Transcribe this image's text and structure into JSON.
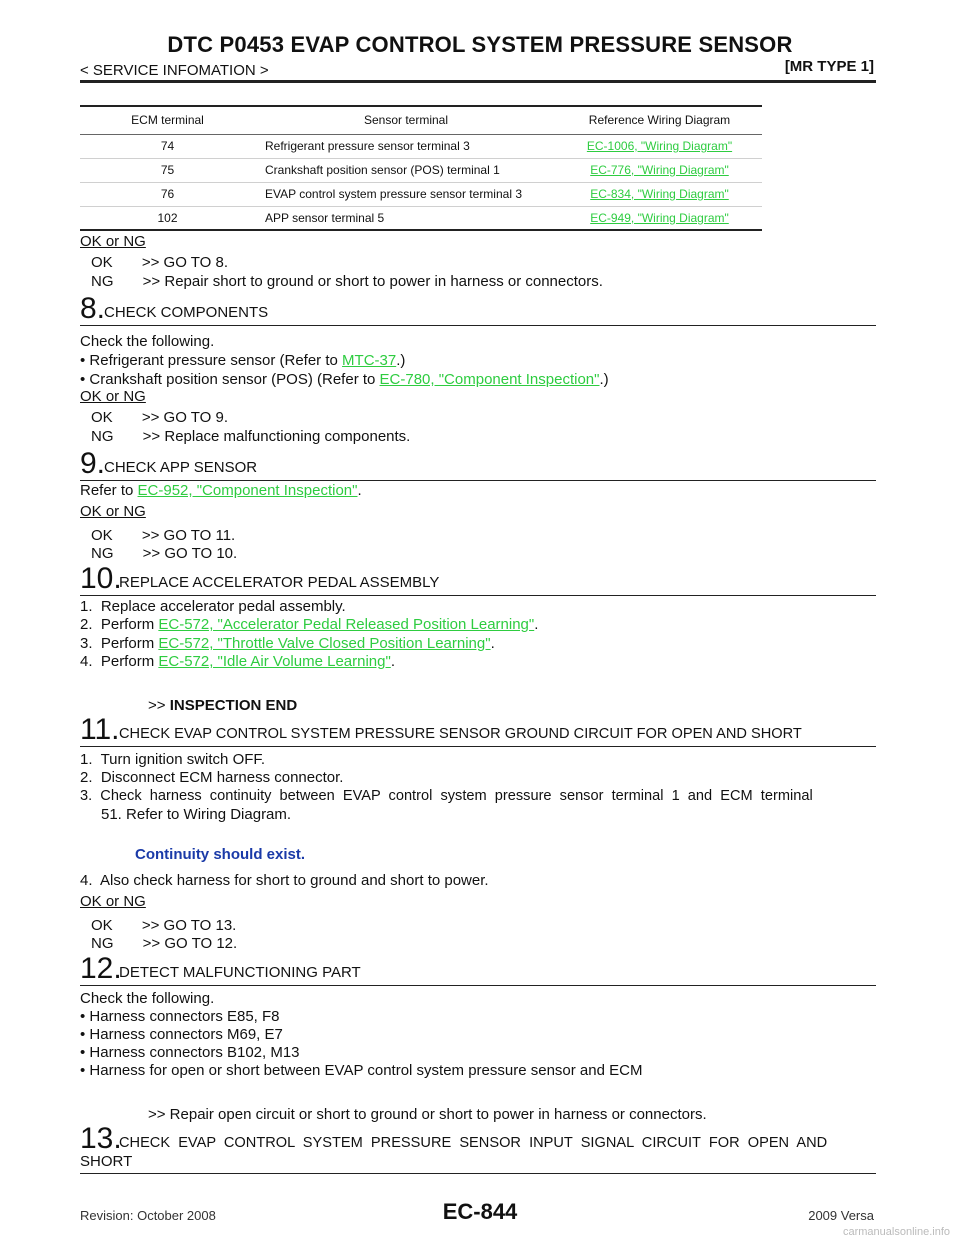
{
  "header": {
    "title": "DTC P0453 EVAP CONTROL SYSTEM PRESSURE SENSOR",
    "subtitle": "< SERVICE INFOMATION >",
    "model": "[MR TYPE 1]"
  },
  "table": {
    "headers": [
      "ECM terminal",
      "Sensor terminal",
      "Reference Wiring Diagram"
    ],
    "rows": [
      {
        "ecm": "74",
        "sensor": "Refrigerant pressure sensor terminal 3",
        "ref": "EC-1006, \"Wiring Diagram\""
      },
      {
        "ecm": "75",
        "sensor": "Crankshaft position sensor (POS) terminal 1",
        "ref": "EC-776, \"Wiring Diagram\""
      },
      {
        "ecm": "76",
        "sensor": "EVAP control system pressure sensor terminal 3",
        "ref": "EC-834, \"Wiring Diagram\""
      },
      {
        "ecm": "102",
        "sensor": "APP sensor terminal 5",
        "ref": "EC-949, \"Wiring Diagram\""
      }
    ]
  },
  "okng": "OK or NG",
  "after_table": {
    "ok": "OK       >> GO TO 8.",
    "ng": "NG       >> Repair short to ground or short to power in harness or connectors."
  },
  "step8": {
    "num": "8.",
    "title": "CHECK COMPONENTS",
    "intro": "Check the following.",
    "b1_pre": "• Refrigerant pressure sensor (Refer to ",
    "b1_link": "MTC-37",
    "b1_post": ".)",
    "b2_pre": "• Crankshaft position sensor (POS) (Refer to ",
    "b2_link": "EC-780, \"Component Inspection\"",
    "b2_post": ".)",
    "ok": "OK       >> GO TO 9.",
    "ng": "NG       >> Replace malfunctioning components."
  },
  "step9": {
    "num": "9.",
    "title": "CHECK APP SENSOR",
    "pre": "Refer to ",
    "link": "EC-952, \"Component Inspection\"",
    "post": ".",
    "ok": "OK       >> GO TO 11.",
    "ng": "NG       >> GO TO 10."
  },
  "step10": {
    "num": "10.",
    "title": "REPLACE ACCELERATOR PEDAL ASSEMBLY",
    "s1": "1.  Replace accelerator pedal assembly.",
    "s2_pre": "2.  Perform ",
    "s2_link": "EC-572, \"Accelerator Pedal Released Position Learning\"",
    "s3_pre": "3.  Perform ",
    "s3_link": "EC-572, \"Throttle Valve Closed Position Learning\"",
    "s4_pre": "4.  Perform ",
    "s4_link": "EC-572, \"Idle Air Volume Learning\"",
    "period": ".",
    "end_pre": ">> ",
    "end": "INSPECTION END"
  },
  "step11": {
    "num": "11.",
    "title": "CHECK EVAP CONTROL SYSTEM PRESSURE SENSOR GROUND CIRCUIT FOR OPEN AND SHORT",
    "s1": "1.  Turn ignition switch OFF.",
    "s2": "2.  Disconnect ECM harness connector.",
    "s3a": "3.  Check  harness  continuity  between  EVAP  control  system  pressure  sensor  terminal  1  and  ECM  terminal",
    "s3b": "51. Refer to Wiring Diagram.",
    "spec": "Continuity should exist.",
    "s4": "4.  Also check harness for short to ground and short to power.",
    "ok": "OK       >> GO TO 13.",
    "ng": "NG       >> GO TO 12."
  },
  "step12": {
    "num": "12.",
    "title": "DETECT MALFUNCTIONING PART",
    "intro": "Check the following.",
    "b1": "• Harness connectors E85, F8",
    "b2": "• Harness connectors M69, E7",
    "b3": "• Harness connectors B102, M13",
    "b4": "• Harness for open or short between EVAP control system pressure sensor and ECM",
    "result": ">> Repair open circuit or short to ground or short to power in harness or connectors."
  },
  "step13": {
    "num": "13.",
    "title_a": "CHECK  EVAP  CONTROL  SYSTEM  PRESSURE  SENSOR  INPUT  SIGNAL  CIRCUIT  FOR  OPEN  AND",
    "title_b": "SHORT"
  },
  "footer": {
    "revision": "Revision: October 2008",
    "page": "EC-844",
    "model": "2009 Versa",
    "watermark": "carmanualsonline.info"
  }
}
